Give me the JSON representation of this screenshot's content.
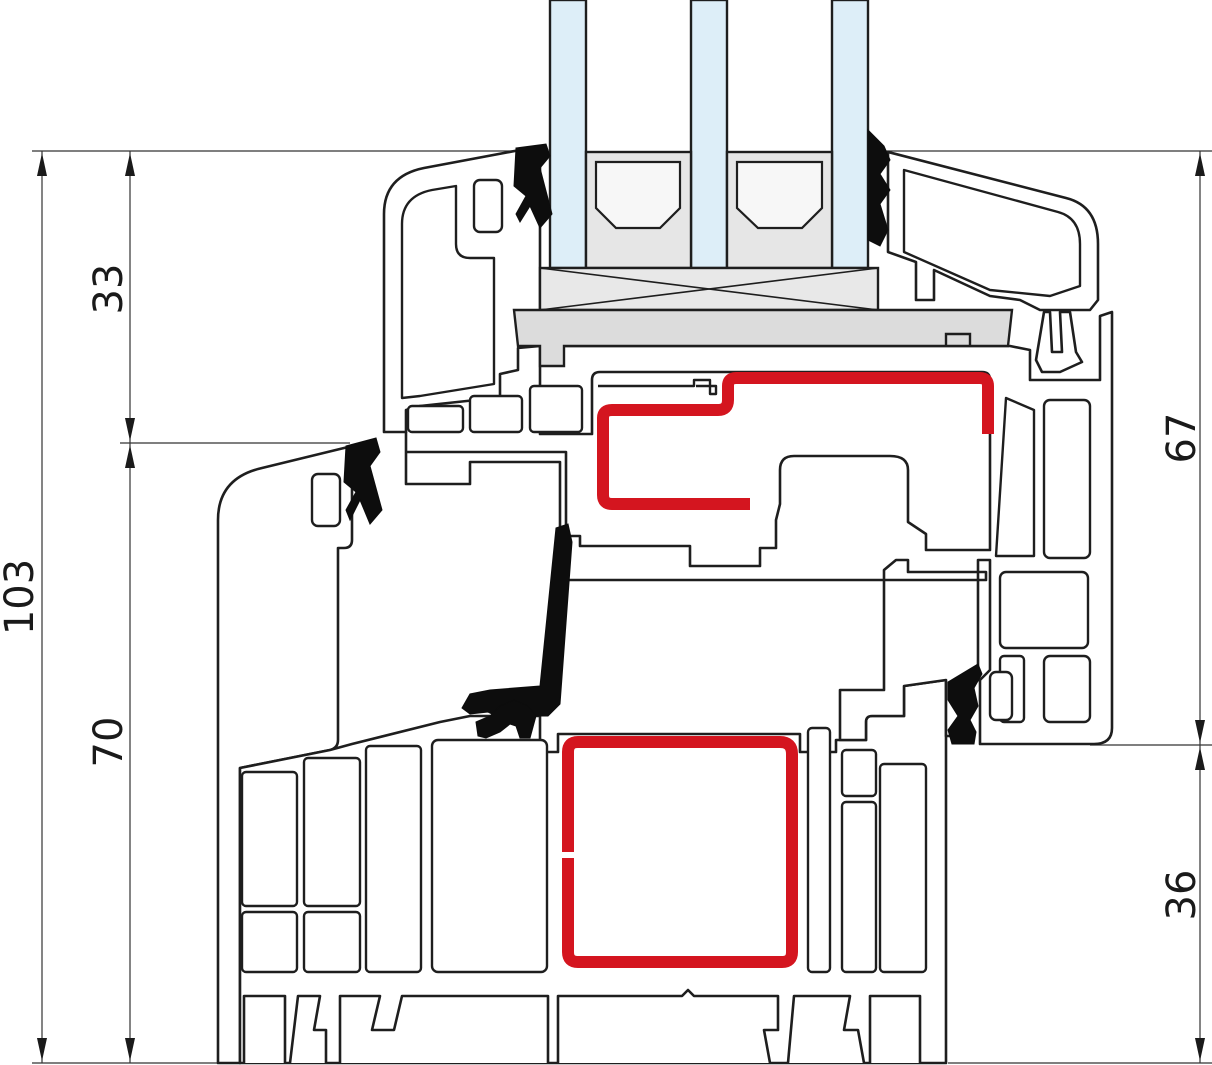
{
  "diagram": {
    "dimensions": {
      "overall_sash_frame": "103",
      "sash_top": "33",
      "frame_lower": "70",
      "sash_right": "67",
      "frame_right": "36"
    },
    "colors": {
      "reinforcement_red": "#d4151f",
      "gasket_black": "#0d0d0d",
      "glass_blue": "#ddeef8",
      "spacer_grey": "#e6e6e6",
      "line_dark": "#1e1e1e"
    }
  }
}
